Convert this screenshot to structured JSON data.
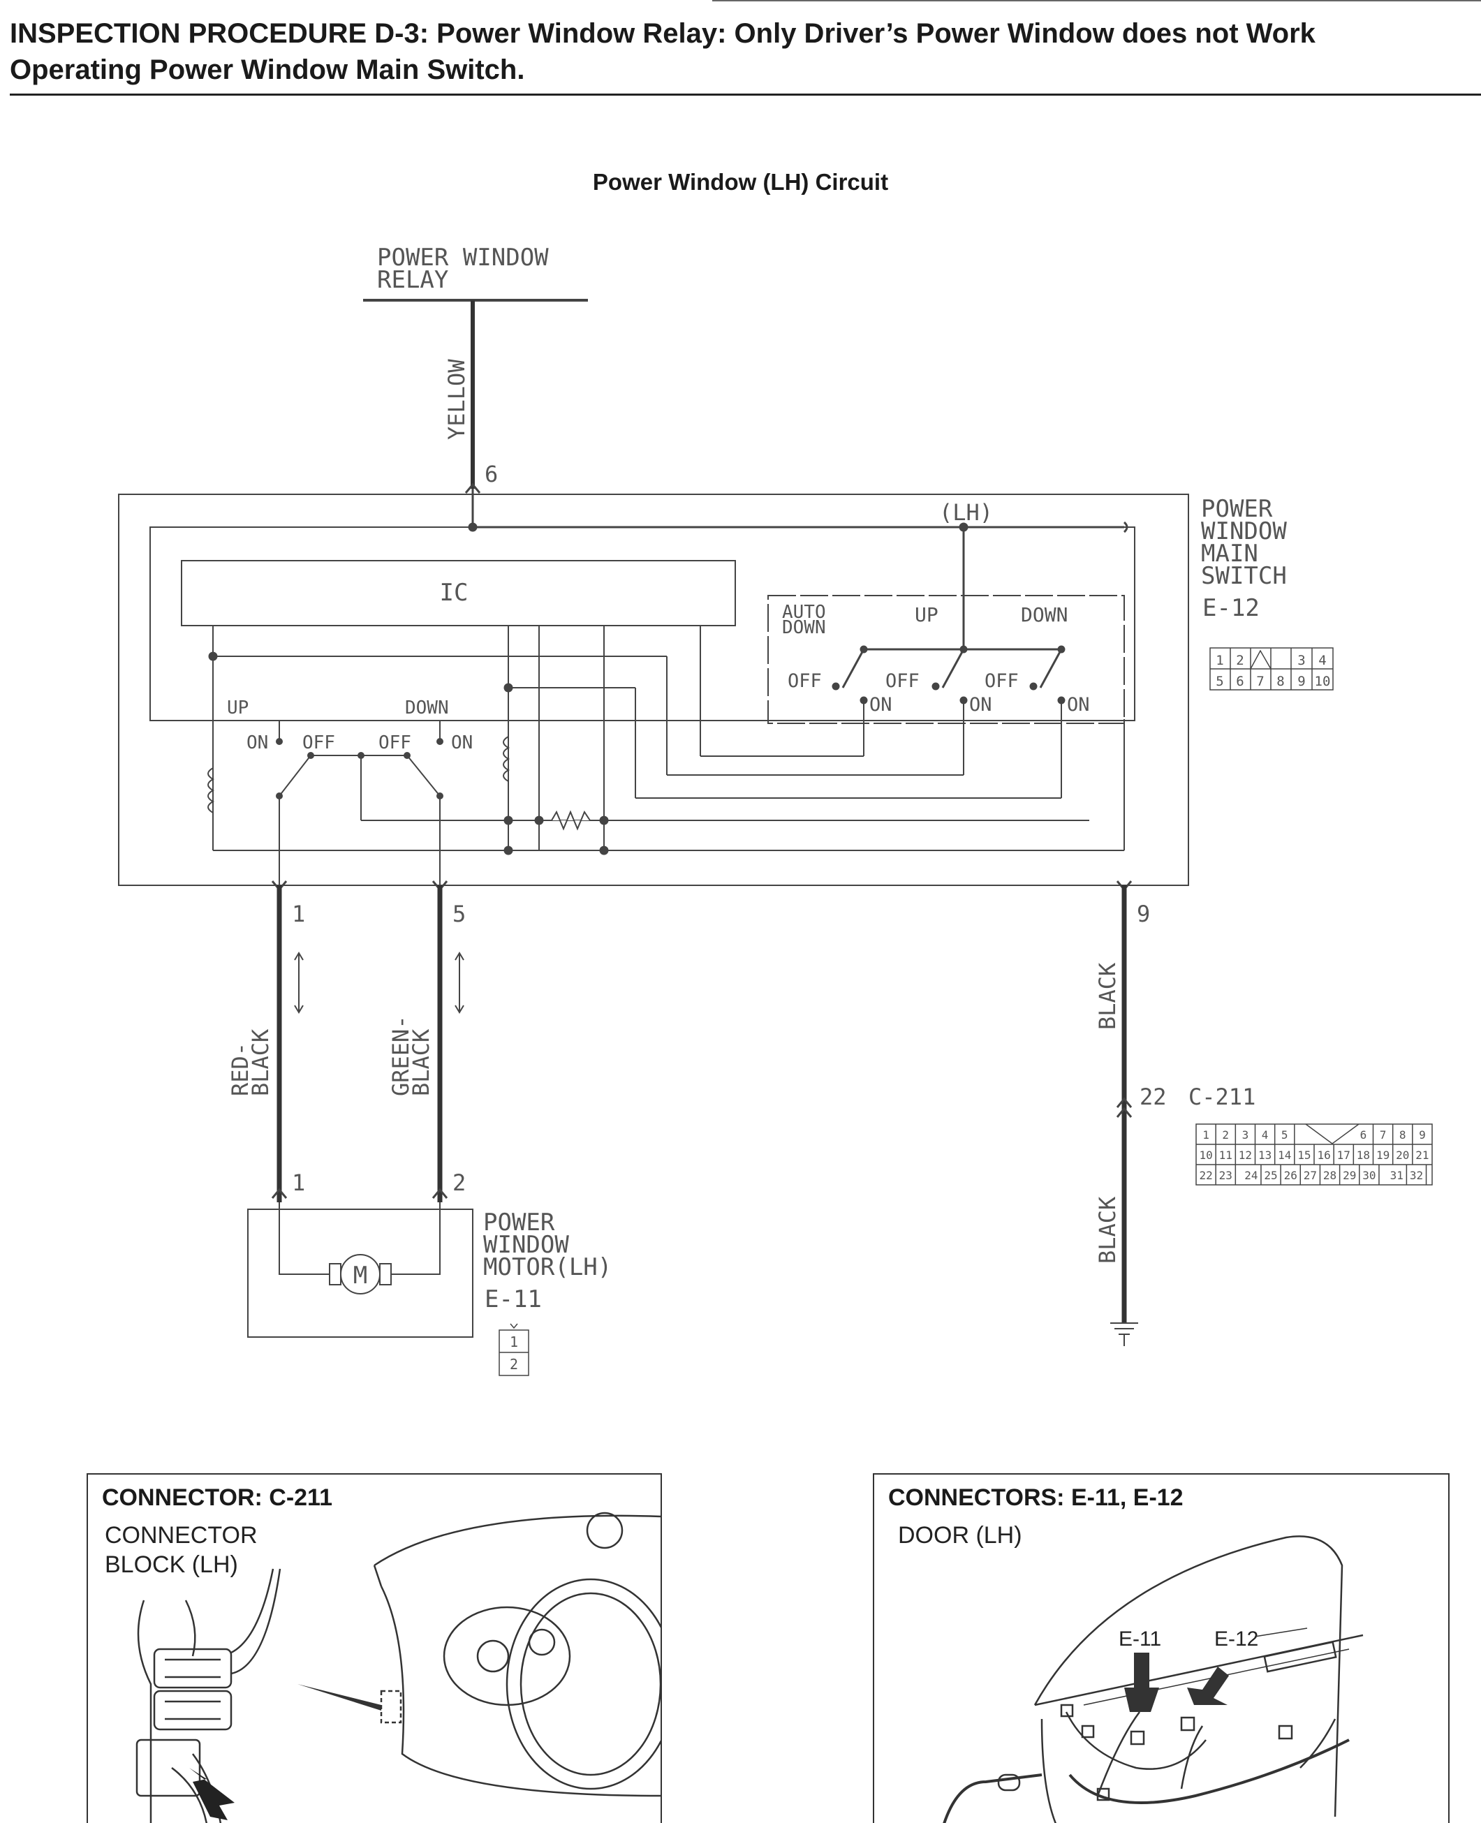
{
  "header": {
    "title_line1": "INSPECTION PROCEDURE D-3: Power Window Relay: Only Driver’s Power Window does not Work",
    "title_line2": "Operating Power Window Main Switch."
  },
  "diagram": {
    "title": "Power Window (LH) Circuit",
    "relay_label_1": "POWER WINDOW",
    "relay_label_2": "RELAY",
    "wire_yellow": "YELLOW",
    "pin_6": "6",
    "lh_label": "(LH)",
    "switch_name": [
      "POWER",
      "WINDOW",
      "MAIN",
      "SWITCH"
    ],
    "switch_connector": "E-12",
    "ic_label": "IC",
    "auto_down_1": "AUTO",
    "auto_down_2": "DOWN",
    "up": "UP",
    "down": "DOWN",
    "off": "OFF",
    "on": "ON",
    "pin_1": "1",
    "pin_5": "5",
    "pin_9": "9",
    "wire_red_1": "RED-",
    "wire_red_2": "BLACK",
    "wire_green_1": "GREEN-",
    "wire_green_2": "BLACK",
    "wire_black": "BLACK",
    "pin_22": "22",
    "c211": "C-211",
    "motor_pin_1": "1",
    "motor_pin_2": "2",
    "motor_name": [
      "POWER",
      "WINDOW",
      "MOTOR(LH)"
    ],
    "motor_connector": "E-11",
    "motor_symbol": "M",
    "e12_pins_top": [
      "1",
      "2",
      "3",
      "4"
    ],
    "e12_pins_bottom": [
      "5",
      "6",
      "7",
      "8",
      "9",
      "10"
    ],
    "c211_row1": [
      "1",
      "2",
      "3",
      "4",
      "5",
      "6",
      "7",
      "8",
      "9"
    ],
    "c211_row2": [
      "10",
      "11",
      "12",
      "13",
      "14",
      "15",
      "16",
      "17",
      "18",
      "19",
      "20",
      "21"
    ],
    "c211_row3": [
      "22",
      "23",
      "24",
      "25",
      "26",
      "27",
      "28",
      "29",
      "30",
      "31",
      "32"
    ],
    "e11_pins": [
      "1",
      "2"
    ]
  },
  "panels": {
    "left": {
      "title": "CONNECTOR: C-211",
      "sub_1": "CONNECTOR",
      "sub_2": "BLOCK (LH)"
    },
    "right": {
      "title": "CONNECTORS: E-11, E-12",
      "sub_1": "DOOR (LH)",
      "callout_e11": "E-11",
      "callout_e12": "E-12"
    }
  }
}
